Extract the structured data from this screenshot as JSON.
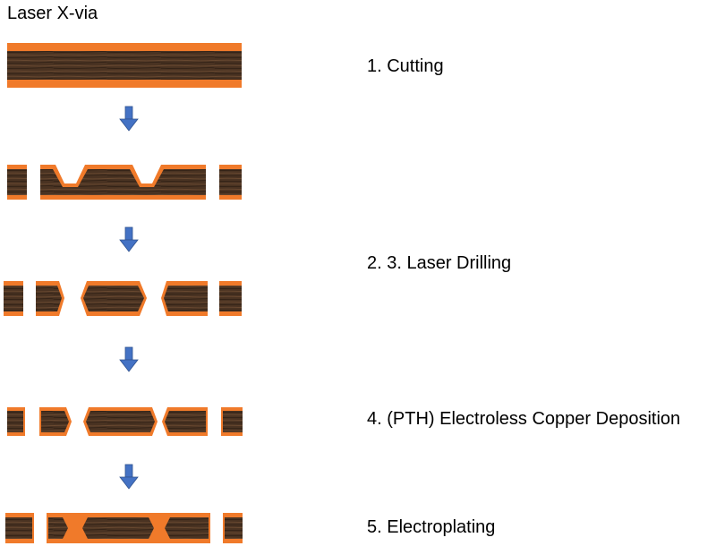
{
  "title": "Laser X-via",
  "steps": [
    {
      "label": "1. Cutting"
    },
    {
      "label": "2. 3. Laser Drilling"
    },
    {
      "label": "4. (PTH) Electroless Copper Deposition"
    },
    {
      "label": "5. Electroplating"
    }
  ],
  "colors": {
    "copper": "#f07a2a",
    "core": "#4a3322",
    "grain": "#6b4a31",
    "arrow": "#4472c4",
    "arrow_edge": "#2f528f"
  }
}
